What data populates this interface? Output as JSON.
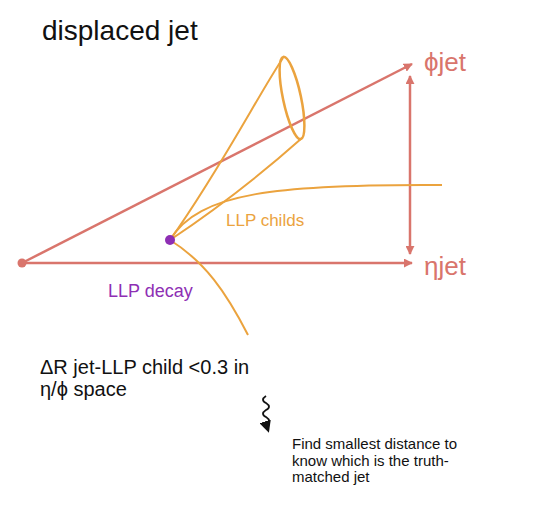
{
  "diagram": {
    "labels": [
      "displaced jet",
      "ϕjet",
      "ηjet",
      "LLP childs",
      "LLP decay",
      "ΔR jet-LLP child <0.3 in η/ϕ space",
      "Find smallest distance to know which is the truth-matched jet"
    ]
  }
}
